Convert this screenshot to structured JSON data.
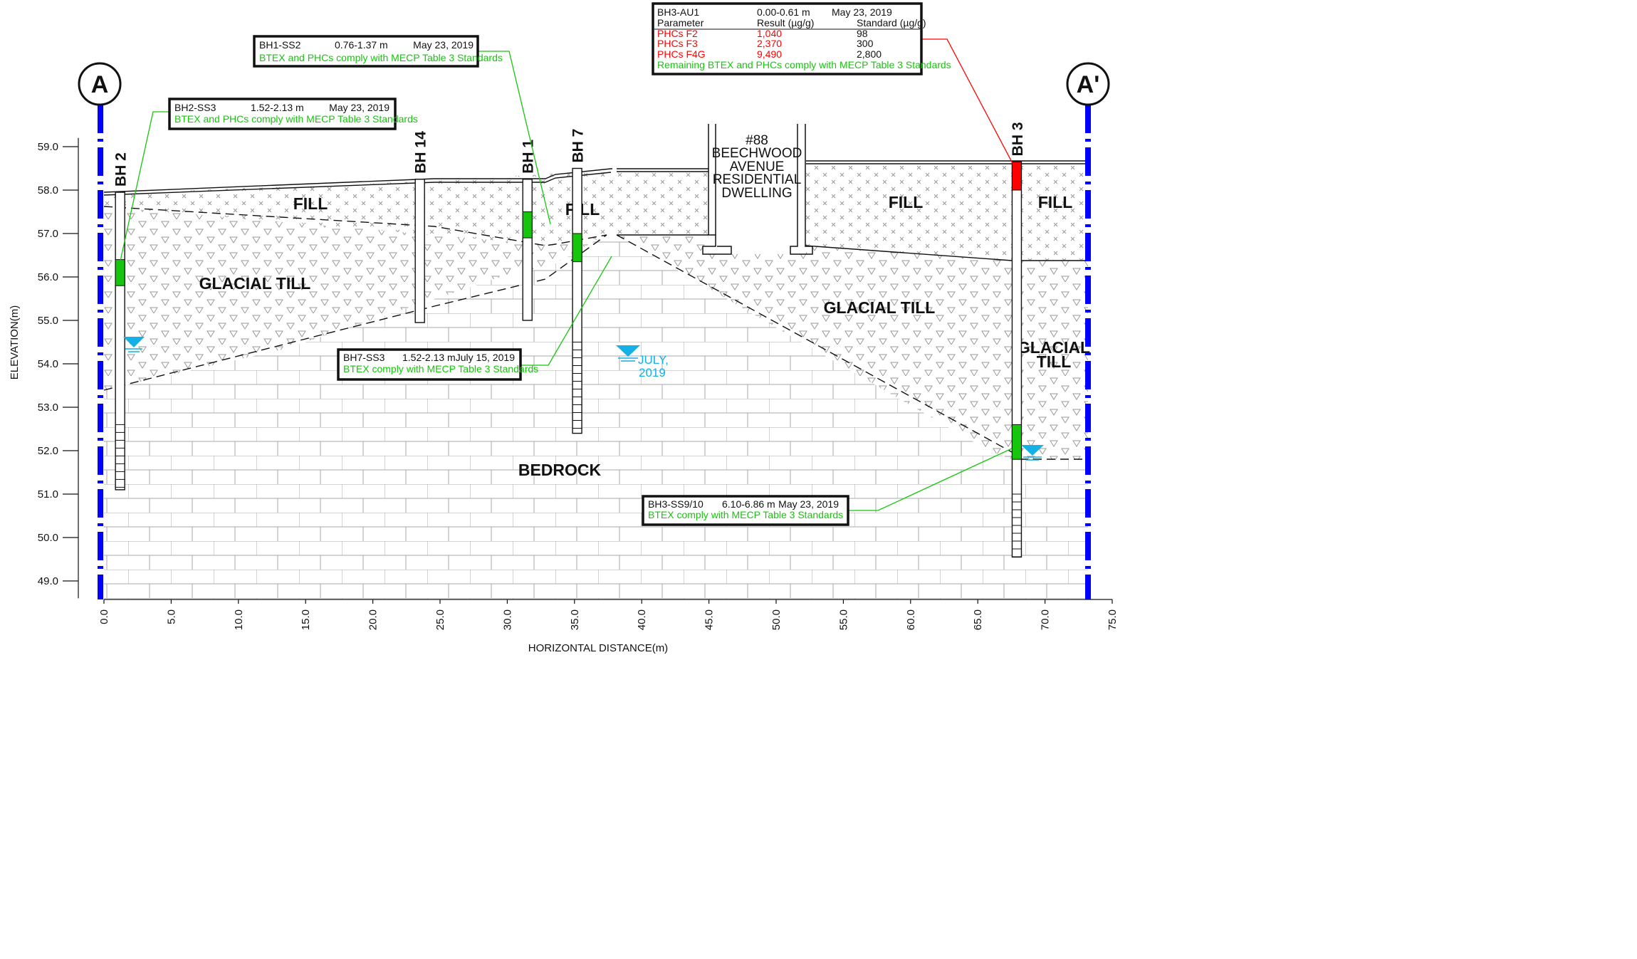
{
  "axes": {
    "ylabel": "ELEVATION(m)",
    "xlabel": "HORIZONTAL DISTANCE(m)",
    "y_ticks": [
      "59.0",
      "58.0",
      "57.0",
      "56.0",
      "55.0",
      "54.0",
      "53.0",
      "52.0",
      "51.0",
      "50.0",
      "49.0"
    ],
    "x_ticks": [
      "0.0",
      "5.0",
      "10.0",
      "15.0",
      "20.0",
      "25.0",
      "30.0",
      "35.0",
      "40.0",
      "45.0",
      "50.0",
      "55.0",
      "60.0",
      "65.0",
      "70.0",
      "75.0"
    ],
    "xlim": [
      0,
      75
    ],
    "ylim": [
      48.6,
      59.2
    ]
  },
  "section_markers": {
    "left": "A",
    "right": "A'"
  },
  "boreholes": [
    {
      "name": "BH 2",
      "x": 1.2,
      "top": 57.95,
      "bottom": 51.1,
      "screen_from": 52.6,
      "sample": [
        56.4,
        55.8
      ],
      "sample_color": "#16c60c"
    },
    {
      "name": "BH 14",
      "x": 23.5,
      "top": 58.25,
      "bottom": 54.95
    },
    {
      "name": "BH 1",
      "x": 31.5,
      "top": 58.25,
      "bottom": 55.0,
      "sample": [
        57.5,
        56.9
      ],
      "sample_color": "#16c60c"
    },
    {
      "name": "BH 7",
      "x": 35.2,
      "top": 58.5,
      "bottom": 52.4,
      "screen_from": 54.5,
      "sample": [
        57.0,
        56.35
      ],
      "sample_color": "#16c60c"
    },
    {
      "name": "BH 3",
      "x": 67.9,
      "top": 58.65,
      "bottom": 49.55,
      "screen_from": 51.0,
      "sample": [
        52.6,
        51.8
      ],
      "sample_color": "#16c60c",
      "sample2": [
        58.65,
        58.0
      ],
      "sample2_color": "#ff0000"
    }
  ],
  "unit_labels": {
    "fill_1": "FILL",
    "fill_2": "FILL",
    "fill_3": "FILL",
    "fill_4": "FILL",
    "till_1": "GLACIAL TILL",
    "till_2": "GLACIAL TILL",
    "till_3a": "GLACIAL",
    "till_3b": "TILL",
    "bedrock": "BEDROCK"
  },
  "dwelling": {
    "line1": "#88",
    "line2": "BEECHWOOD",
    "line3": "AVENUE",
    "line4": "RESIDENTIAL",
    "line5": "DWELLING"
  },
  "water_note": {
    "line1": "JULY,",
    "line2": "2019"
  },
  "callouts": {
    "bh1": {
      "id": "BH1-SS2",
      "depth": "0.76-1.37 m",
      "date": "May 23, 2019",
      "note": "BTEX and PHCs comply with MECP Table 3 Standards"
    },
    "bh2": {
      "id": "BH2-SS3",
      "depth": "1.52-2.13 m",
      "date": "May 23, 2019",
      "note": "BTEX and PHCs comply with MECP Table 3 Standards"
    },
    "bh7": {
      "id": "BH7-SS3",
      "depth": "1.52-2.13 m",
      "date": "July 15, 2019",
      "note": "BTEX comply with MECP Table 3 Standards"
    },
    "bh3ss": {
      "id": "BH3-SS9/10",
      "depth": "6.10-6.86 m",
      "date": "May 23, 2019",
      "note": "BTEX comply with MECP Table 3 Standards"
    },
    "bh3au": {
      "id": "BH3-AU1",
      "depth": "0.00-0.61 m",
      "date": "May 23, 2019",
      "h_param": "Parameter",
      "h_result": "Result (µg/g)",
      "h_std": "Standard (µg/g)",
      "rows": [
        {
          "param": "PHCs F2",
          "result": "1,040",
          "std": "98"
        },
        {
          "param": "PHCs F3",
          "result": "2,370",
          "std": "300"
        },
        {
          "param": "PHCs F4G",
          "result": "9,490",
          "std": "2,800"
        }
      ],
      "note": "Remaining BTEX and PHCs comply with MECP Table 3 Standards"
    }
  },
  "colors": {
    "exceed": "#ff0000",
    "comply": "#16c60c",
    "water": "#14b0e6",
    "marker_line": "#0000ff"
  }
}
